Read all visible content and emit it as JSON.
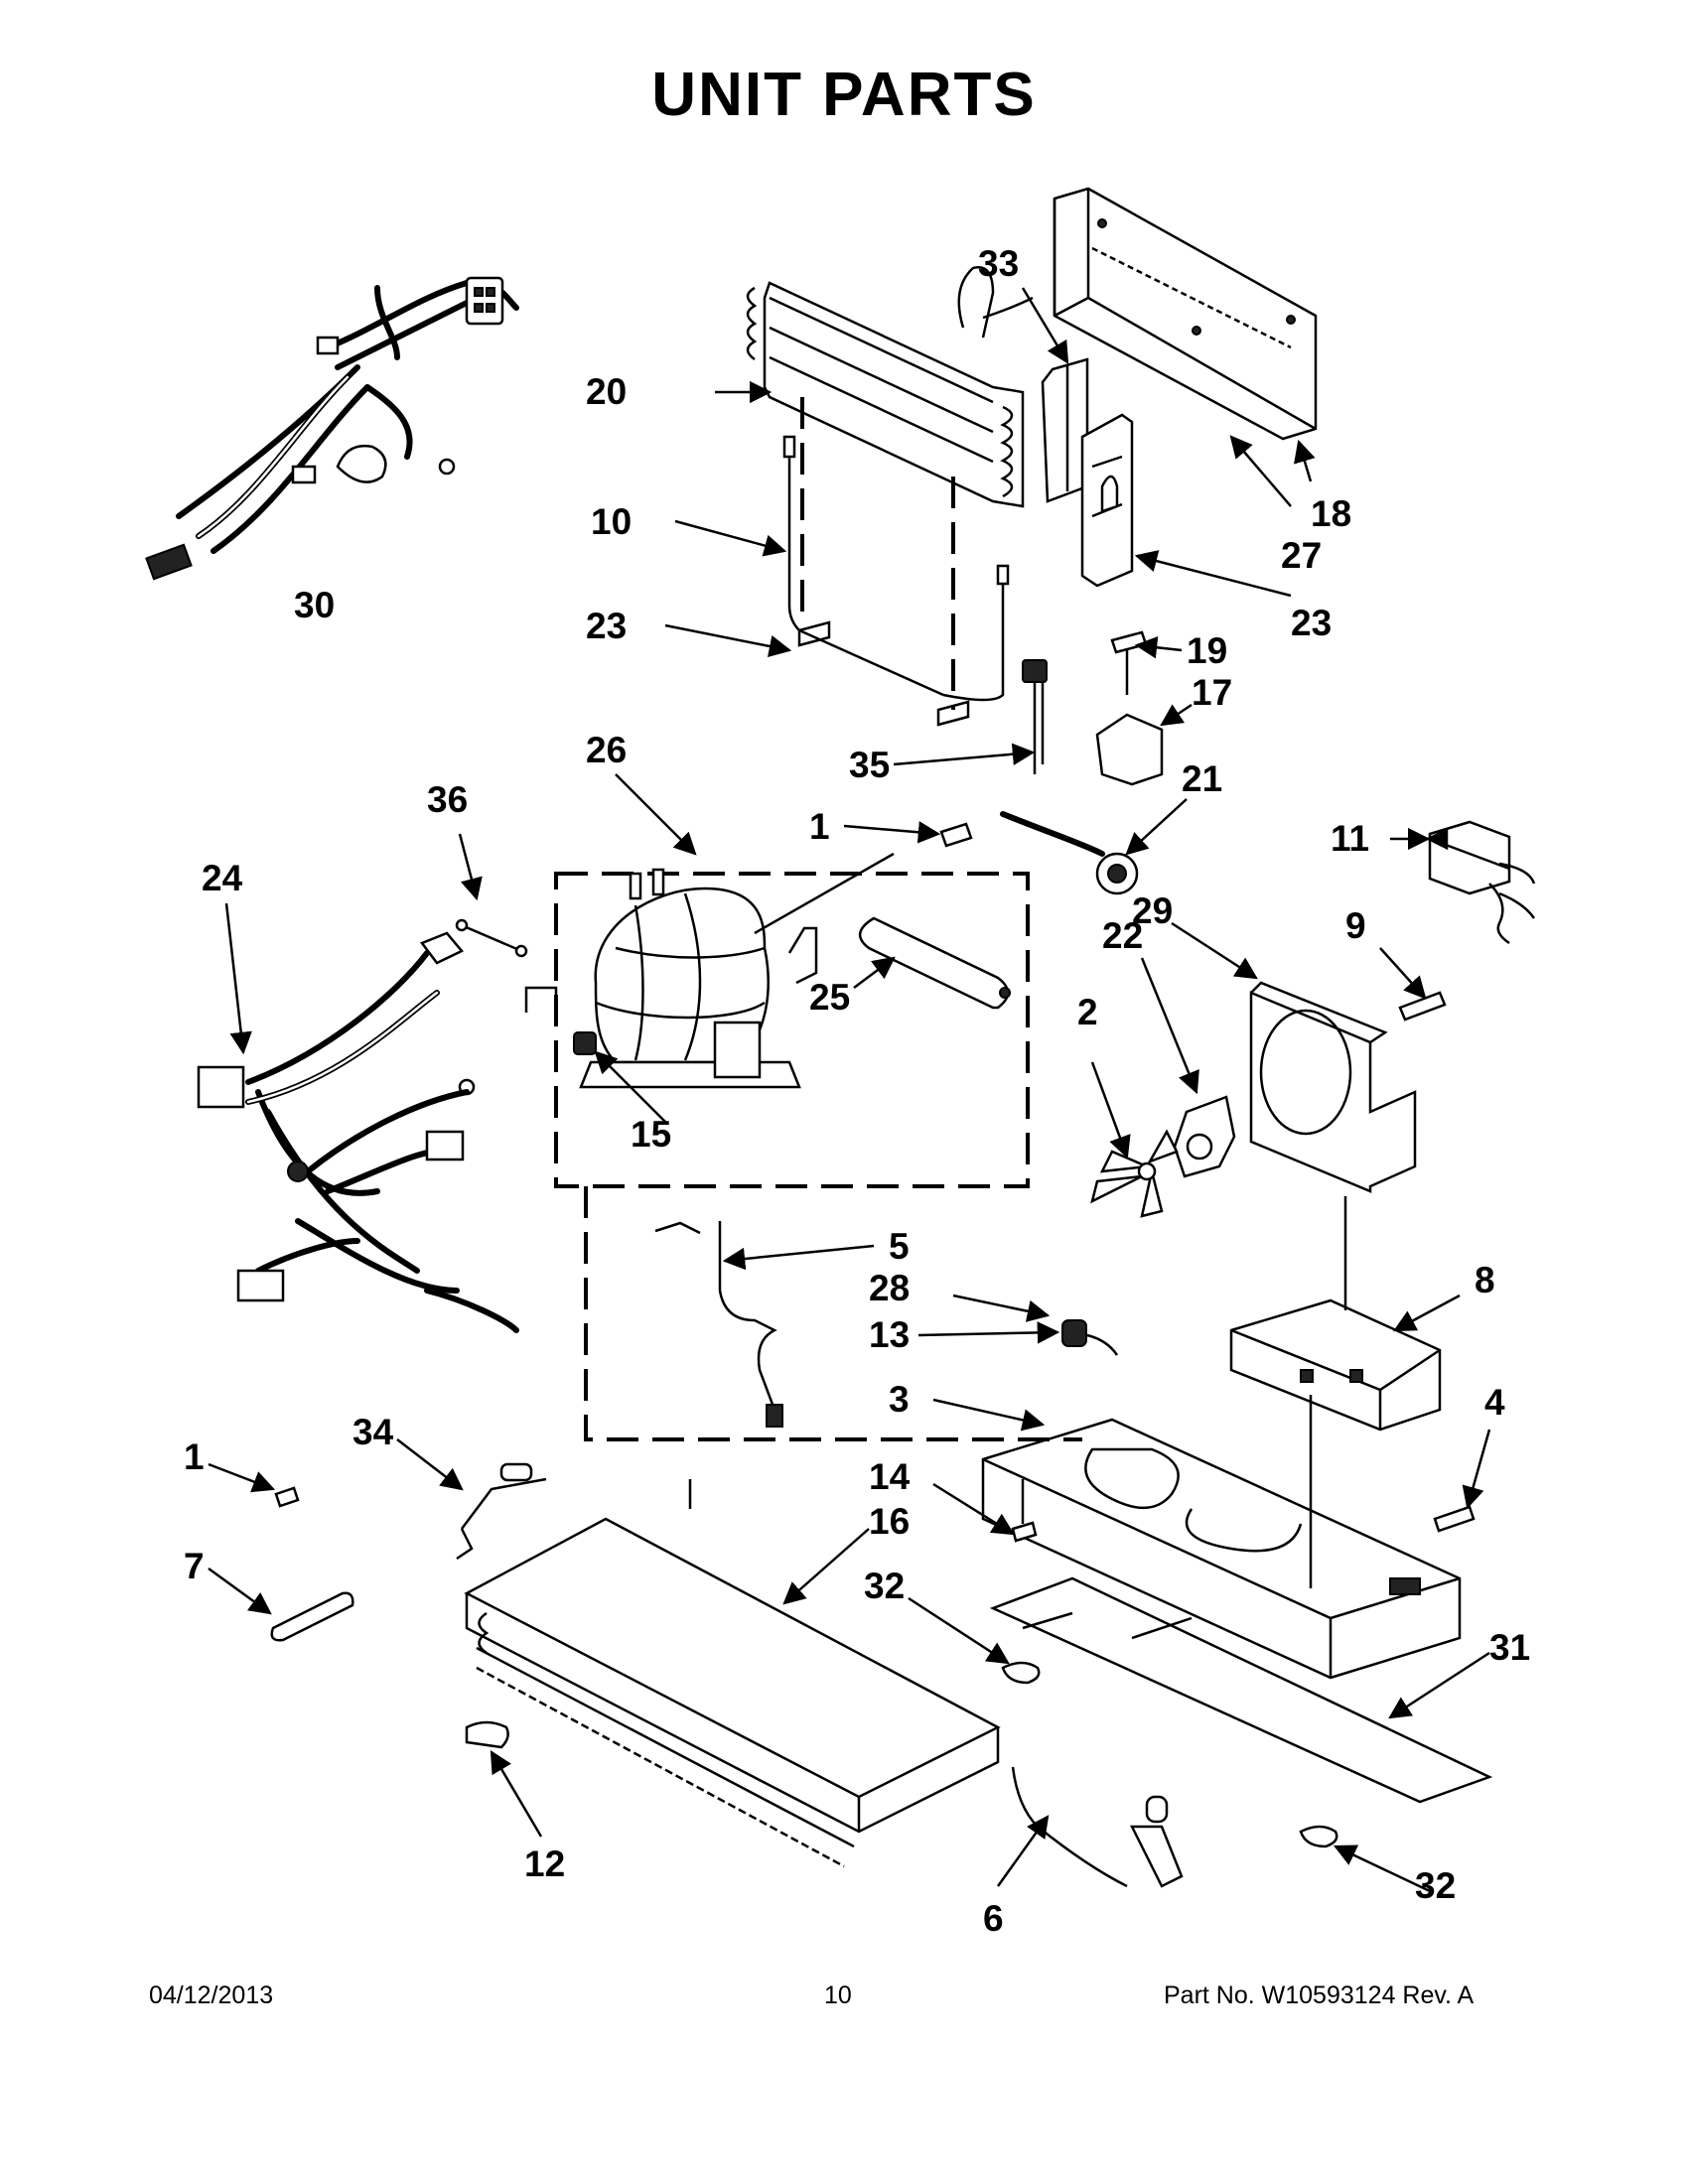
{
  "page": {
    "title": "UNIT PARTS",
    "date": "04/12/2013",
    "page_number": "10",
    "part_number": "Part No.  W10593124  Rev.  A"
  },
  "callouts": {
    "c1a": "1",
    "c1b": "1",
    "c2": "2",
    "c3": "3",
    "c4": "4",
    "c5": "5",
    "c6": "6",
    "c7": "7",
    "c8": "8",
    "c9": "9",
    "c10": "10",
    "c11": "11",
    "c12": "12",
    "c13": "13",
    "c14": "14",
    "c15": "15",
    "c16": "16",
    "c17": "17",
    "c18": "18",
    "c19": "19",
    "c20": "20",
    "c21": "21",
    "c22": "22",
    "c23a": "23",
    "c23b": "23",
    "c24": "24",
    "c25": "25",
    "c26": "26",
    "c27": "27",
    "c28": "28",
    "c29": "29",
    "c30": "30",
    "c31": "31",
    "c32a": "32",
    "c32b": "32",
    "c33": "33",
    "c34": "34",
    "c35": "35",
    "c36": "36"
  }
}
